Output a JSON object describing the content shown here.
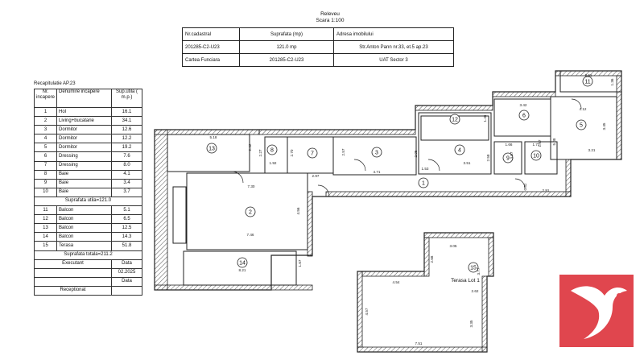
{
  "header": {
    "title": "Releveu",
    "scale": "Scara 1:100"
  },
  "info": {
    "col_nr_cadastral": "Nr.cadastral",
    "col_suprafata": "Suprafata (mp)",
    "col_adresa": "Adresa imobilului",
    "nr_cadastral": "201285-C2-U23",
    "suprafata": "121.0 mp",
    "adresa": "Str.Anton Pann nr.33, et.5 ap.23",
    "cartea_label": "Cartea Funciara",
    "cartea_value": "201285-C2-U23",
    "uat": "UAT  Sector 3"
  },
  "recap": {
    "title": "Recapitulatie AP.23",
    "h_nr": "Nr. incapere",
    "h_den": "Denumire incapere",
    "h_sup": "Sup.utila ( m.p.)",
    "rows_a": [
      {
        "n": "1",
        "name": "Hol",
        "v": "16.1"
      },
      {
        "n": "2",
        "name": "Living+bucatarie",
        "v": "34.1"
      },
      {
        "n": "3",
        "name": "Dormitor",
        "v": "12.6"
      },
      {
        "n": "4",
        "name": "Dormitor",
        "v": "12.2"
      },
      {
        "n": "5",
        "name": "Dormitor",
        "v": "19.2"
      },
      {
        "n": "6",
        "name": "Dressing",
        "v": "7.6"
      },
      {
        "n": "7",
        "name": "Dressing",
        "v": "8.0"
      },
      {
        "n": "8",
        "name": "Baie",
        "v": "4.1"
      },
      {
        "n": "9",
        "name": "Baie",
        "v": "3.4"
      },
      {
        "n": "10",
        "name": "Baie",
        "v": "3.7"
      }
    ],
    "subtotal_utila": "Suprafata utila=121.0",
    "rows_b": [
      {
        "n": "11",
        "name": "Balcon",
        "v": "5.1"
      },
      {
        "n": "12",
        "name": "Balcon",
        "v": "6.5"
      },
      {
        "n": "13",
        "name": "Balcon",
        "v": "12.5"
      },
      {
        "n": "14",
        "name": "Balcon",
        "v": "14.3"
      },
      {
        "n": "15",
        "name": "Terasa",
        "v": "51.8"
      }
    ],
    "total": "Suprafata totala=211.2",
    "executant": "Executant",
    "data_label": "Data",
    "date_value": "02.2025",
    "data_label2": "Data",
    "receptionat": "Receptionat"
  },
  "rooms": [
    "1",
    "2",
    "3",
    "4",
    "5",
    "6",
    "7",
    "8",
    "9",
    "10",
    "11",
    "12",
    "13",
    "14",
    "15"
  ],
  "terrace_label": "Terasa Lot 1",
  "dims": [
    "5.18",
    "2.42",
    "2.27",
    "2.70",
    "1.92",
    "2.97",
    "2.57",
    "4.71",
    "1.53",
    "3.51",
    "2.05",
    "2.58",
    "1.66",
    "1.57",
    "0.82",
    "1.73",
    "4.12",
    "3.45",
    "3.21",
    "5.08",
    "1.46",
    "3.42",
    "3.57",
    "3.61",
    "1.36",
    "7.30",
    "4.56",
    "7.46",
    "1.67",
    "8.21",
    "2.91",
    "3.05",
    "2.68",
    "3.77",
    "4.54",
    "4.57",
    "2.62",
    "3.35",
    "7.51"
  ],
  "colors": {
    "line": "#222222",
    "hatch": "#555555",
    "logo": "#e0464e"
  }
}
